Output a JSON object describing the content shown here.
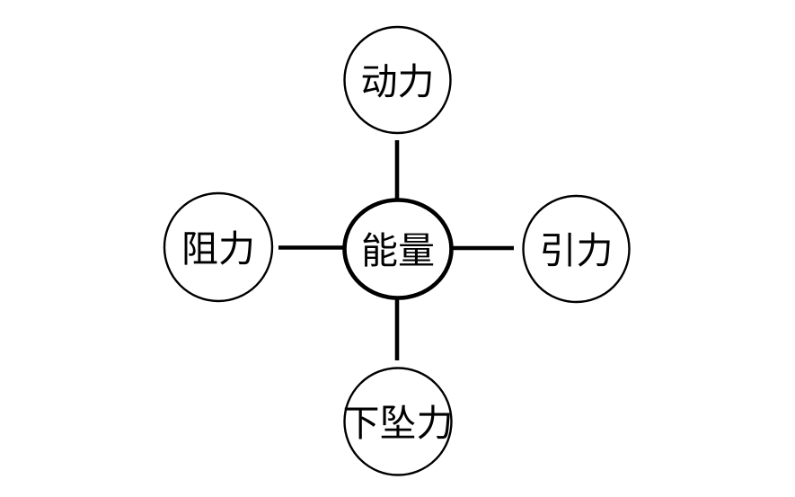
{
  "diagram": {
    "type": "mind-map",
    "center": {
      "label": "能量"
    },
    "nodes": [
      {
        "id": "top",
        "label": "动力",
        "position": "top"
      },
      {
        "id": "right",
        "label": "引力",
        "position": "right"
      },
      {
        "id": "bottom",
        "label": "下坠力",
        "position": "bottom"
      },
      {
        "id": "left",
        "label": "阻力",
        "position": "left"
      }
    ],
    "colors": {
      "stroke": "#000000",
      "node_fill": "#ffffff",
      "text": "#000000",
      "background": "#ffffff"
    }
  }
}
